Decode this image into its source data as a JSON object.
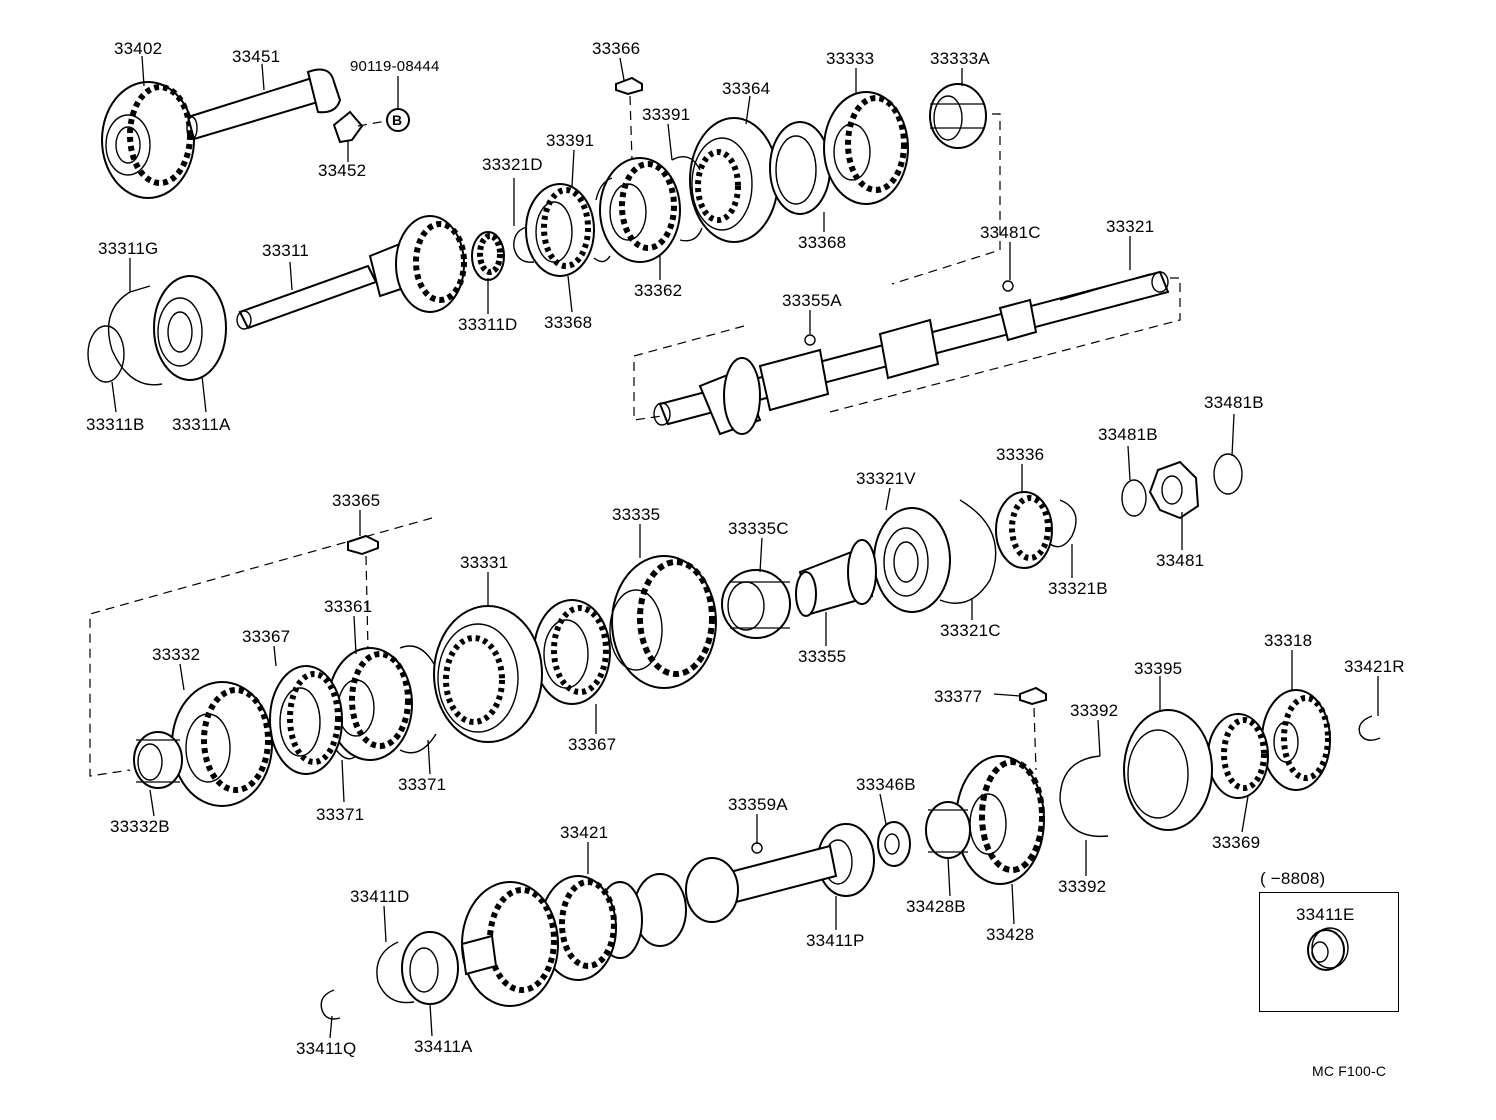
{
  "diagram": {
    "labels": [
      {
        "id": "33402",
        "text": "33402"
      },
      {
        "id": "33451",
        "text": "33451"
      },
      {
        "id": "90119-08444",
        "text": "90119-08444"
      },
      {
        "id": "B",
        "text": "B"
      },
      {
        "id": "33452",
        "text": "33452"
      },
      {
        "id": "33366",
        "text": "33366"
      },
      {
        "id": "33364",
        "text": "33364"
      },
      {
        "id": "33333",
        "text": "33333"
      },
      {
        "id": "33333A",
        "text": "33333A"
      },
      {
        "id": "33391a",
        "text": "33391"
      },
      {
        "id": "33391b",
        "text": "33391"
      },
      {
        "id": "33321D",
        "text": "33321D"
      },
      {
        "id": "33311G",
        "text": "33311G"
      },
      {
        "id": "33311",
        "text": "33311"
      },
      {
        "id": "33368a",
        "text": "33368"
      },
      {
        "id": "33368b",
        "text": "33368"
      },
      {
        "id": "33362",
        "text": "33362"
      },
      {
        "id": "33311D",
        "text": "33311D"
      },
      {
        "id": "33481C",
        "text": "33481C"
      },
      {
        "id": "33321",
        "text": "33321"
      },
      {
        "id": "33355A",
        "text": "33355A"
      },
      {
        "id": "33311B",
        "text": "33311B"
      },
      {
        "id": "33311A",
        "text": "33311A"
      },
      {
        "id": "33481B_a",
        "text": "33481B"
      },
      {
        "id": "33481B_b",
        "text": "33481B"
      },
      {
        "id": "33336",
        "text": "33336"
      },
      {
        "id": "33321V",
        "text": "33321V"
      },
      {
        "id": "33365",
        "text": "33365"
      },
      {
        "id": "33335",
        "text": "33335"
      },
      {
        "id": "33335C",
        "text": "33335C"
      },
      {
        "id": "33481",
        "text": "33481"
      },
      {
        "id": "33321B",
        "text": "33321B"
      },
      {
        "id": "33331",
        "text": "33331"
      },
      {
        "id": "33361",
        "text": "33361"
      },
      {
        "id": "33367a",
        "text": "33367"
      },
      {
        "id": "33332",
        "text": "33332"
      },
      {
        "id": "33321C",
        "text": "33321C"
      },
      {
        "id": "33355",
        "text": "33355"
      },
      {
        "id": "33318",
        "text": "33318"
      },
      {
        "id": "33421R",
        "text": "33421R"
      },
      {
        "id": "33395",
        "text": "33395"
      },
      {
        "id": "33377",
        "text": "33377"
      },
      {
        "id": "33392a",
        "text": "33392"
      },
      {
        "id": "33367b",
        "text": "33367"
      },
      {
        "id": "33371a",
        "text": "33371"
      },
      {
        "id": "33332B",
        "text": "33332B"
      },
      {
        "id": "33371b",
        "text": "33371"
      },
      {
        "id": "33359A",
        "text": "33359A"
      },
      {
        "id": "33346B",
        "text": "33346B"
      },
      {
        "id": "33369",
        "text": "33369"
      },
      {
        "id": "33421",
        "text": "33421"
      },
      {
        "id": "33411D",
        "text": "33411D"
      },
      {
        "id": "33411P",
        "text": "33411P"
      },
      {
        "id": "33428B",
        "text": "33428B"
      },
      {
        "id": "33392b",
        "text": "33392"
      },
      {
        "id": "33428",
        "text": "33428"
      },
      {
        "id": "33411Q",
        "text": "33411Q"
      },
      {
        "id": "33411A",
        "text": "33411A"
      }
    ],
    "note": {
      "range": "(     −8808)",
      "part": "33411E"
    },
    "footer_code": "MC  F100-C"
  }
}
